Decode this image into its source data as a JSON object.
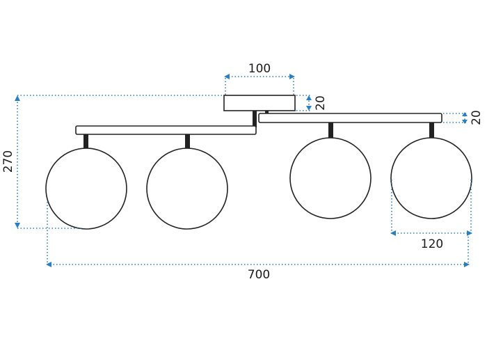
{
  "dimensions": {
    "plate_width": "100",
    "plate_height": "20",
    "bar_height": "20",
    "total_height": "270",
    "globe_diameter": "120",
    "total_width": "700"
  },
  "colors": {
    "dimension_line": "#2a7fc0",
    "outline": "#222222",
    "text": "#1a1a1a"
  }
}
